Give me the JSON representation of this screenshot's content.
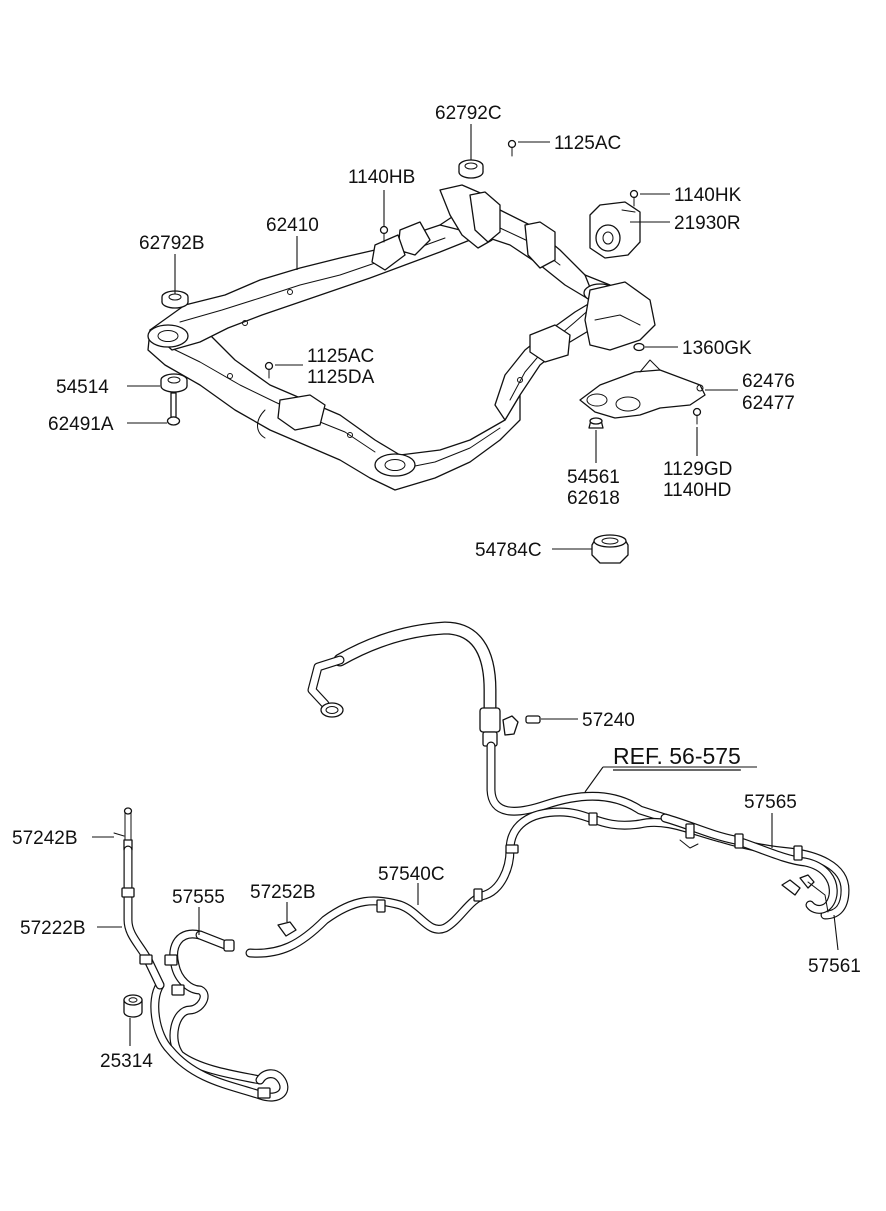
{
  "labels": {
    "p62792C": "62792C",
    "p1125AC_top": "1125AC",
    "p1140HB": "1140HB",
    "p1140HK": "1140HK",
    "p21930R": "21930R",
    "p62410": "62410",
    "p62792B": "62792B",
    "p1125AC_mid": "1125AC",
    "p1125DA": "1125DA",
    "p1360GK": "1360GK",
    "p54514": "54514",
    "p62476": "62476",
    "p62477": "62477",
    "p62491A": "62491A",
    "p54561": "54561",
    "p62618": "62618",
    "p1129GD": "1129GD",
    "p1140HD": "1140HD",
    "p54784C": "54784C",
    "p57240": "57240",
    "ref": "REF. 56-575",
    "p57565": "57565",
    "p57242B": "57242B",
    "p57555": "57555",
    "p57252B": "57252B",
    "p57540C": "57540C",
    "p57222B": "57222B",
    "p57561": "57561",
    "p25314": "25314"
  }
}
